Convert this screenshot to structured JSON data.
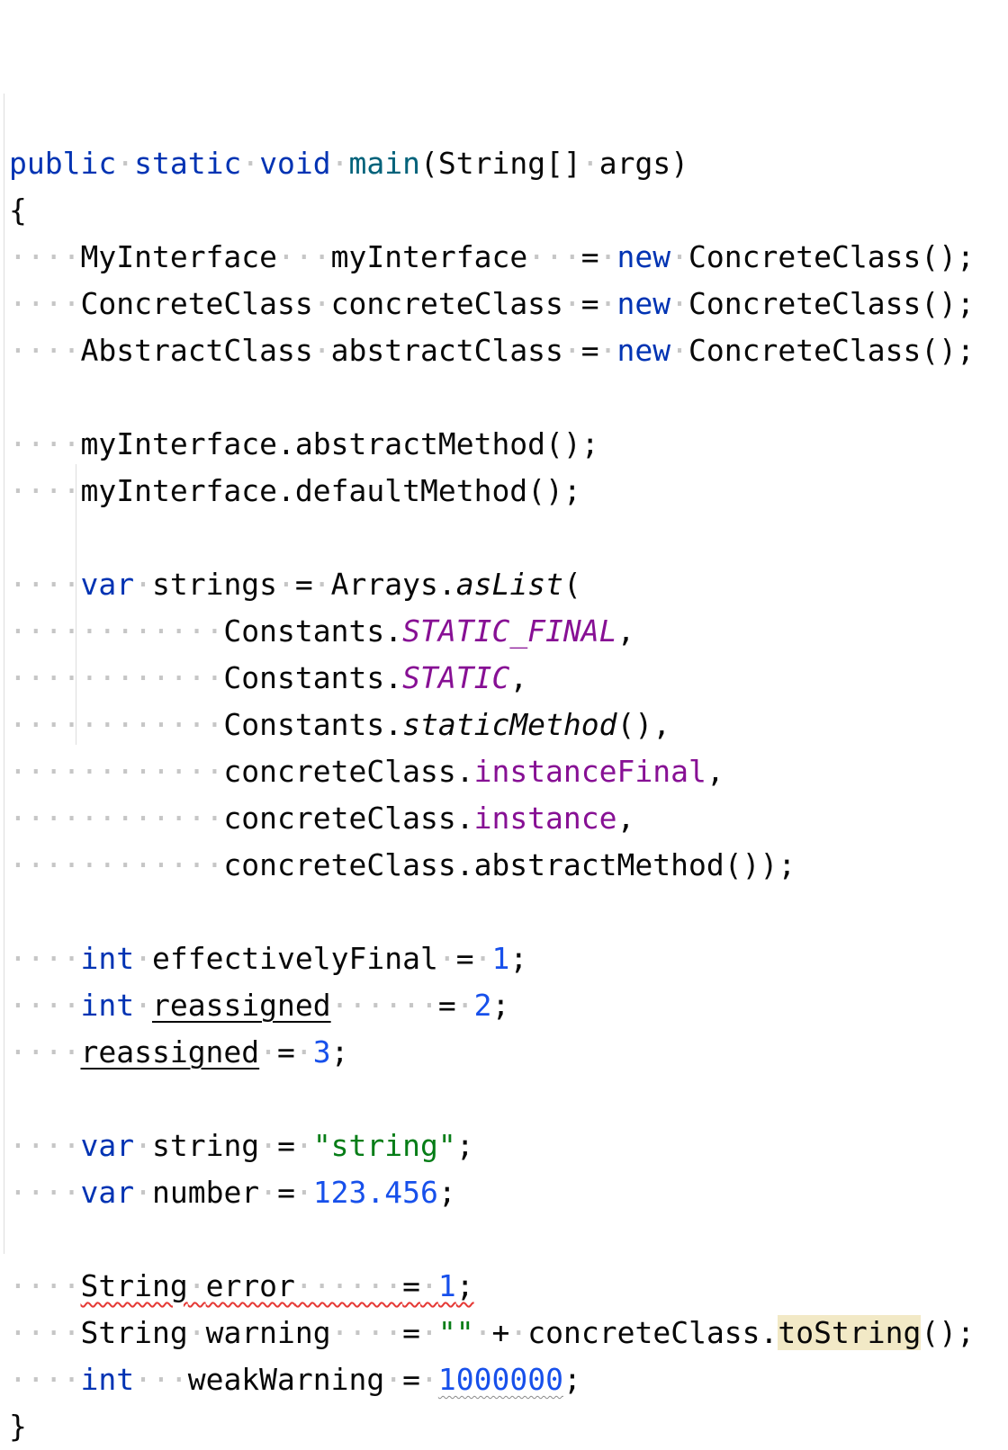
{
  "editor": {
    "language": "java",
    "lines": [
      [
        {
          "t": "public",
          "k": "keyword"
        },
        {
          "t": "·",
          "k": "ws"
        },
        {
          "t": "static",
          "k": "keyword"
        },
        {
          "t": "·",
          "k": "ws"
        },
        {
          "t": "void",
          "k": "keyword"
        },
        {
          "t": "·",
          "k": "ws"
        },
        {
          "t": "main",
          "k": "method-decl"
        },
        {
          "t": "(String[]"
        },
        {
          "t": "·",
          "k": "ws"
        },
        {
          "t": "args)"
        }
      ],
      [
        {
          "t": "{"
        }
      ],
      [
        {
          "t": "····",
          "k": "ws"
        },
        {
          "t": "MyInterface"
        },
        {
          "t": "···",
          "k": "ws"
        },
        {
          "t": "myInterface"
        },
        {
          "t": "···",
          "k": "ws"
        },
        {
          "t": "="
        },
        {
          "t": "·",
          "k": "ws"
        },
        {
          "t": "new",
          "k": "keyword"
        },
        {
          "t": "·",
          "k": "ws"
        },
        {
          "t": "ConcreteClass();"
        }
      ],
      [
        {
          "t": "····",
          "k": "ws"
        },
        {
          "t": "ConcreteClass"
        },
        {
          "t": "·",
          "k": "ws"
        },
        {
          "t": "concreteClass"
        },
        {
          "t": "·",
          "k": "ws"
        },
        {
          "t": "="
        },
        {
          "t": "·",
          "k": "ws"
        },
        {
          "t": "new",
          "k": "keyword"
        },
        {
          "t": "·",
          "k": "ws"
        },
        {
          "t": "ConcreteClass();"
        }
      ],
      [
        {
          "t": "····",
          "k": "ws"
        },
        {
          "t": "AbstractClass"
        },
        {
          "t": "·",
          "k": "ws"
        },
        {
          "t": "abstractClass"
        },
        {
          "t": "·",
          "k": "ws"
        },
        {
          "t": "="
        },
        {
          "t": "·",
          "k": "ws"
        },
        {
          "t": "new",
          "k": "keyword"
        },
        {
          "t": "·",
          "k": "ws"
        },
        {
          "t": "ConcreteClass();"
        }
      ],
      [],
      [
        {
          "t": "····",
          "k": "ws"
        },
        {
          "t": "myInterface.abstractMethod();"
        }
      ],
      [
        {
          "t": "····",
          "k": "ws"
        },
        {
          "t": "myInterface.defaultMethod();"
        }
      ],
      [],
      [
        {
          "t": "····",
          "k": "ws"
        },
        {
          "t": "var",
          "k": "keyword"
        },
        {
          "t": "·",
          "k": "ws"
        },
        {
          "t": "strings"
        },
        {
          "t": "·",
          "k": "ws"
        },
        {
          "t": "="
        },
        {
          "t": "·",
          "k": "ws"
        },
        {
          "t": "Arrays."
        },
        {
          "t": "asList",
          "k": "static-call"
        },
        {
          "t": "("
        }
      ],
      [
        {
          "t": "············",
          "k": "ws"
        },
        {
          "t": "Constants."
        },
        {
          "t": "STATIC_FINAL",
          "k": "static-field"
        },
        {
          "t": ","
        }
      ],
      [
        {
          "t": "············",
          "k": "ws"
        },
        {
          "t": "Constants."
        },
        {
          "t": "STATIC",
          "k": "static-field"
        },
        {
          "t": ","
        }
      ],
      [
        {
          "t": "············",
          "k": "ws"
        },
        {
          "t": "Constants."
        },
        {
          "t": "staticMethod",
          "k": "static-call"
        },
        {
          "t": "(),"
        }
      ],
      [
        {
          "t": "············",
          "k": "ws"
        },
        {
          "t": "concreteClass."
        },
        {
          "t": "instanceFinal",
          "k": "field"
        },
        {
          "t": ","
        }
      ],
      [
        {
          "t": "············",
          "k": "ws"
        },
        {
          "t": "concreteClass."
        },
        {
          "t": "instance",
          "k": "field"
        },
        {
          "t": ","
        }
      ],
      [
        {
          "t": "············",
          "k": "ws"
        },
        {
          "t": "concreteClass.abstractMethod());"
        }
      ],
      [],
      [
        {
          "t": "····",
          "k": "ws"
        },
        {
          "t": "int",
          "k": "keyword"
        },
        {
          "t": "·",
          "k": "ws"
        },
        {
          "t": "effectivelyFinal"
        },
        {
          "t": "·",
          "k": "ws"
        },
        {
          "t": "="
        },
        {
          "t": "·",
          "k": "ws"
        },
        {
          "t": "1",
          "k": "number"
        },
        {
          "t": ";"
        }
      ],
      [
        {
          "t": "····",
          "k": "ws"
        },
        {
          "t": "int",
          "k": "keyword"
        },
        {
          "t": "·",
          "k": "ws"
        },
        {
          "t": "reassigned",
          "k": "reassigned"
        },
        {
          "t": "······",
          "k": "ws"
        },
        {
          "t": "="
        },
        {
          "t": "·",
          "k": "ws"
        },
        {
          "t": "2",
          "k": "number"
        },
        {
          "t": ";"
        }
      ],
      [
        {
          "t": "····",
          "k": "ws"
        },
        {
          "t": "reassigned",
          "k": "reassigned"
        },
        {
          "t": "·",
          "k": "ws"
        },
        {
          "t": "="
        },
        {
          "t": "·",
          "k": "ws"
        },
        {
          "t": "3",
          "k": "number"
        },
        {
          "t": ";"
        }
      ],
      [],
      [
        {
          "t": "····",
          "k": "ws"
        },
        {
          "t": "var",
          "k": "keyword"
        },
        {
          "t": "·",
          "k": "ws"
        },
        {
          "t": "string"
        },
        {
          "t": "·",
          "k": "ws"
        },
        {
          "t": "="
        },
        {
          "t": "·",
          "k": "ws"
        },
        {
          "t": "\"string\"",
          "k": "string"
        },
        {
          "t": ";"
        }
      ],
      [
        {
          "t": "····",
          "k": "ws"
        },
        {
          "t": "var",
          "k": "keyword"
        },
        {
          "t": "·",
          "k": "ws"
        },
        {
          "t": "number"
        },
        {
          "t": "·",
          "k": "ws"
        },
        {
          "t": "="
        },
        {
          "t": "·",
          "k": "ws"
        },
        {
          "t": "123.456",
          "k": "number"
        },
        {
          "t": ";"
        }
      ],
      [],
      [
        {
          "t": "····",
          "k": "ws"
        },
        {
          "t": "String",
          "k": "err"
        },
        {
          "t": "·",
          "k": "ws err"
        },
        {
          "t": "error",
          "k": "err"
        },
        {
          "t": "······",
          "k": "ws err"
        },
        {
          "t": "=",
          "k": "err"
        },
        {
          "t": "·",
          "k": "ws err"
        },
        {
          "t": "1",
          "k": "number err"
        },
        {
          "t": ";",
          "k": "err"
        }
      ],
      [
        {
          "t": "····",
          "k": "ws"
        },
        {
          "t": "String"
        },
        {
          "t": "·",
          "k": "ws"
        },
        {
          "t": "warning"
        },
        {
          "t": "····",
          "k": "ws"
        },
        {
          "t": "="
        },
        {
          "t": "·",
          "k": "ws"
        },
        {
          "t": "\"\"",
          "k": "string"
        },
        {
          "t": "·",
          "k": "ws"
        },
        {
          "t": "+"
        },
        {
          "t": "·",
          "k": "ws"
        },
        {
          "t": "concreteClass."
        },
        {
          "t": "toString",
          "k": "hl-warn"
        },
        {
          "t": "();"
        }
      ],
      [
        {
          "t": "····",
          "k": "ws"
        },
        {
          "t": "int",
          "k": "keyword"
        },
        {
          "t": "···",
          "k": "ws"
        },
        {
          "t": "weakWarning"
        },
        {
          "t": "·",
          "k": "ws"
        },
        {
          "t": "="
        },
        {
          "t": "·",
          "k": "ws"
        },
        {
          "t": "1000000",
          "k": "number weak"
        },
        {
          "t": ";"
        }
      ],
      [
        {
          "t": "}"
        }
      ]
    ]
  }
}
